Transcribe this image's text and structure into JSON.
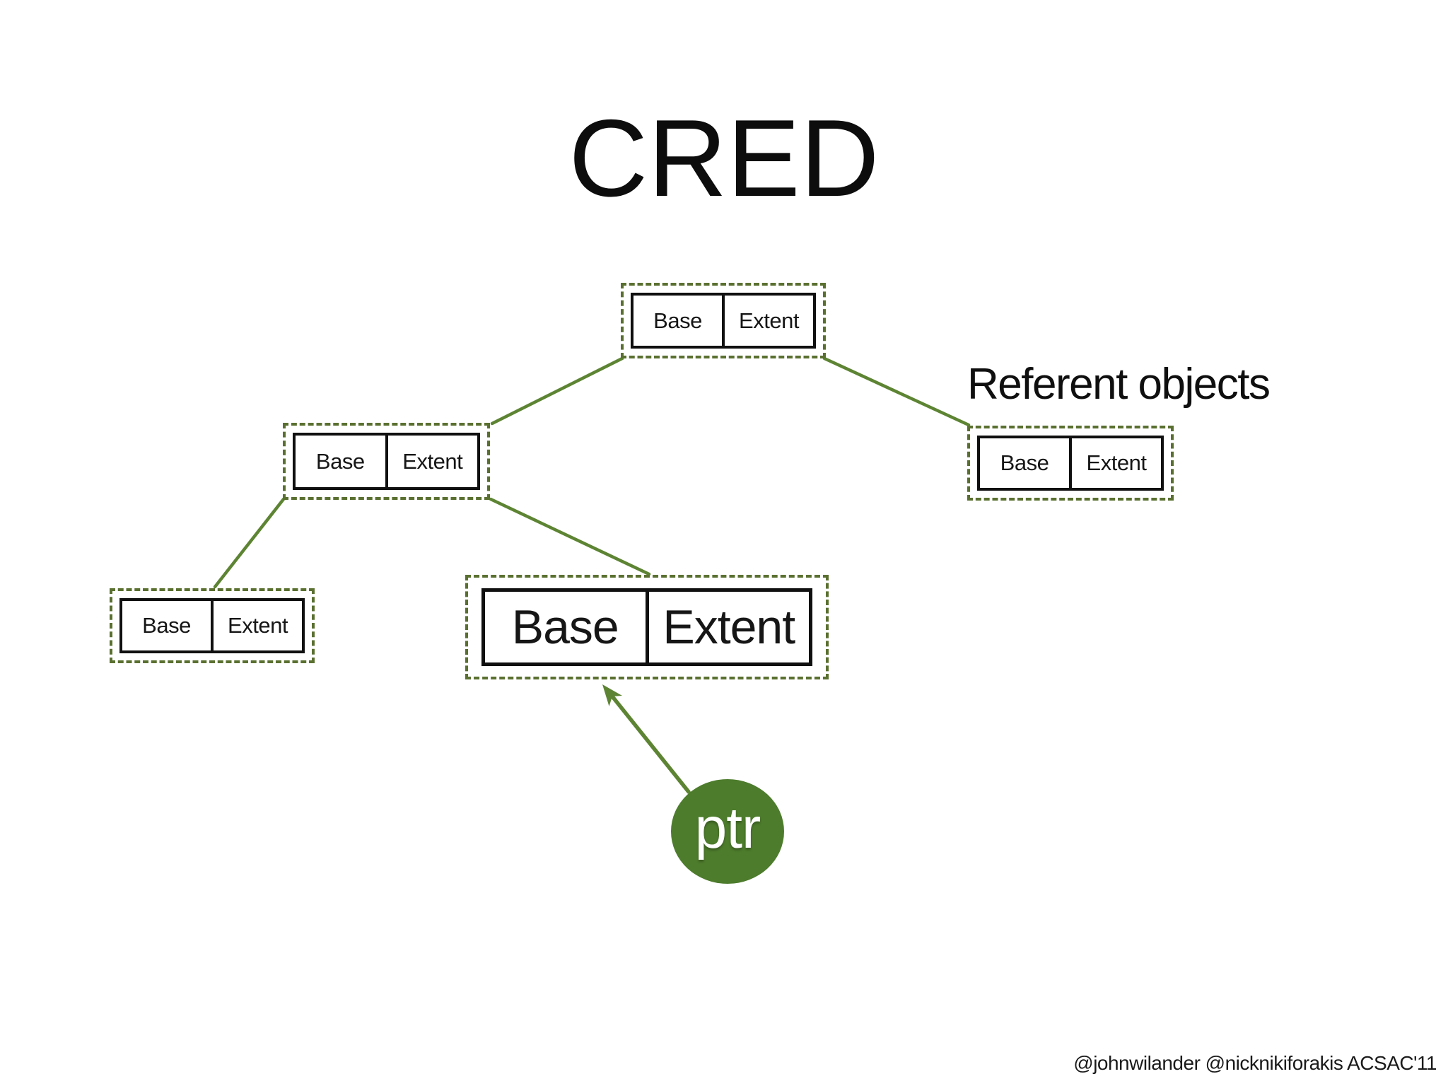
{
  "slide": {
    "title": "CRED",
    "referent_label": "Referent objects",
    "attribution": "@johnwilander @nicknikiforakis ACSAC'11"
  },
  "nodes": {
    "root": {
      "base": "Base",
      "extent": "Extent"
    },
    "mid_left": {
      "base": "Base",
      "extent": "Extent"
    },
    "leaf_left": {
      "base": "Base",
      "extent": "Extent"
    },
    "leaf_center": {
      "base": "Base",
      "extent": "Extent"
    },
    "referent": {
      "base": "Base",
      "extent": "Extent"
    }
  },
  "pointer": {
    "label": "ptr"
  },
  "diagram": {
    "type": "tree",
    "edges": [
      {
        "from": "root",
        "to": "mid_left",
        "style": "line"
      },
      {
        "from": "root",
        "to": "referent",
        "style": "line"
      },
      {
        "from": "mid_left",
        "to": "leaf_left",
        "style": "line"
      },
      {
        "from": "mid_left",
        "to": "leaf_center",
        "style": "line"
      },
      {
        "from": "ptr",
        "to": "leaf_center",
        "style": "arrow"
      }
    ]
  },
  "colors": {
    "background": "#ffffff",
    "node_dash_green": "#5a7030",
    "edge_line_green": "#5d8433",
    "ptr_circle_green": "#4d7c2c",
    "box_border_black": "#101010",
    "text_black": "#0d0d0d"
  }
}
